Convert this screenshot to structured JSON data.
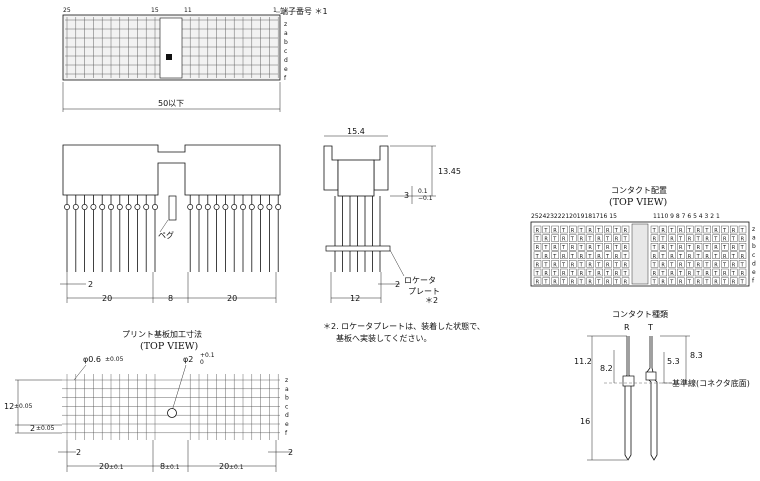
{
  "top_view": {
    "pin_labels": [
      "25",
      "15",
      "11",
      "1"
    ],
    "row_labels": [
      "z",
      "a",
      "b",
      "c",
      "d",
      "e",
      "f"
    ],
    "terminal_note": "端子番号 ＊1",
    "width_dim": "50以下"
  },
  "side_view": {
    "peg_label": "ペグ",
    "dims": [
      "2",
      "20",
      "8",
      "20"
    ]
  },
  "end_view": {
    "dims": {
      "width": "15.4",
      "height": "13.45",
      "offset": "3",
      "tol_plus": "0.1",
      "tol_minus": "−0.1",
      "pitch": "2",
      "bottom": "12"
    },
    "locator_label": [
      "ロケータ",
      "プレート"
    ],
    "locator_note": "＊2"
  },
  "footnote": {
    "lines": [
      "＊2. ロケータプレートは、装着した状態で、",
      "基板へ実装してください。"
    ]
  },
  "pcb": {
    "title": "プリント基板加工寸法",
    "subtitle": "(TOP VIEW)",
    "hole_small": "φ0.6",
    "hole_small_tol": "±0.05",
    "hole_large": "φ2",
    "hole_large_tol_plus": "+0.1",
    "hole_large_tol_minus": "0",
    "dim_12": "12",
    "dim_12_tol": "±0.05",
    "dim_2": "2",
    "dim_2_tol": "±0.05",
    "bottom_left": "2",
    "bottom_right": "2",
    "dim_20a": "20",
    "dim_20a_tol": "±0.1",
    "dim_8": "8",
    "dim_8_tol": "±0.1",
    "dim_20b": "20",
    "dim_20b_tol": "±0.1",
    "row_labels": [
      "z",
      "a",
      "b",
      "c",
      "d",
      "e",
      "f"
    ]
  },
  "contacts": {
    "title": "コンタクト配置",
    "subtitle": "(TOP VIEW)",
    "left_numbers": "25242322212019181716 15",
    "right_numbers": "1110 9 8 7 6 5 4 3 2 1",
    "row_labels": [
      "z",
      "a",
      "b",
      "c",
      "d",
      "e",
      "f"
    ]
  },
  "contact_types": {
    "title": "コンタクト種類",
    "r_label": "R",
    "t_label": "T",
    "dim_11_2": "11.2",
    "dim_8_2": "8.2",
    "dim_5_3": "5.3",
    "dim_8_3": "8.3",
    "dim_16": "16",
    "baseline": "基準線(コネクタ底面)"
  }
}
